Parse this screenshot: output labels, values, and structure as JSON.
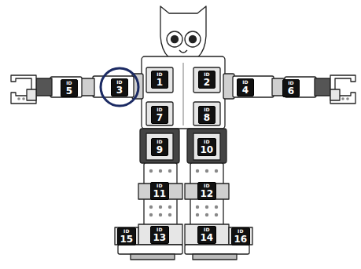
{
  "diagram": {
    "nodes": [
      {
        "text": [
          "ID",
          "1"
        ]
      },
      {
        "text": [
          "ID",
          "2"
        ]
      },
      {
        "text": [
          "ID",
          "5"
        ]
      },
      {
        "text": [
          "ID",
          "3"
        ]
      },
      {
        "text": [
          "ID",
          "4"
        ]
      },
      {
        "text": [
          "ID",
          "6"
        ]
      },
      {
        "text": [
          "ID",
          "7"
        ]
      },
      {
        "text": [
          "ID",
          "8"
        ]
      },
      {
        "text": [
          "ID",
          "9"
        ]
      },
      {
        "text": [
          "ID",
          "10"
        ]
      },
      {
        "text": [
          "ID",
          "11"
        ]
      },
      {
        "text": [
          "ID",
          "12"
        ]
      },
      {
        "text": [
          "ID",
          "15"
        ]
      },
      {
        "text": [
          "ID",
          "13"
        ]
      },
      {
        "text": [
          "ID",
          "14"
        ]
      },
      {
        "text": [
          "ID",
          "16"
        ]
      }
    ]
  }
}
